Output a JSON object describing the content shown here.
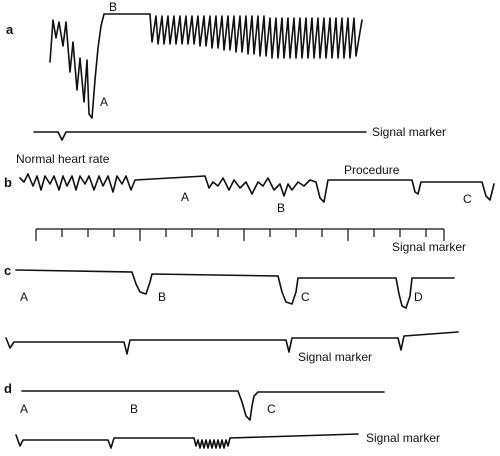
{
  "panels": {
    "a": {
      "id": "a",
      "labels": [
        "A",
        "B"
      ],
      "marker": "Signal marker"
    },
    "b": {
      "id": "b",
      "top_left": "Normal heart rate",
      "procedure": "Procedure",
      "labels": [
        "A",
        "B",
        "C"
      ],
      "marker": "Signal marker"
    },
    "c": {
      "id": "c",
      "labels": [
        "A",
        "B",
        "C",
        "D"
      ],
      "marker": "Signal marker"
    },
    "d": {
      "id": "d",
      "labels": [
        "A",
        "B",
        "C"
      ],
      "marker": "Signal marker"
    }
  },
  "colors": {
    "ink": "#111111",
    "background": "#ffffff"
  }
}
